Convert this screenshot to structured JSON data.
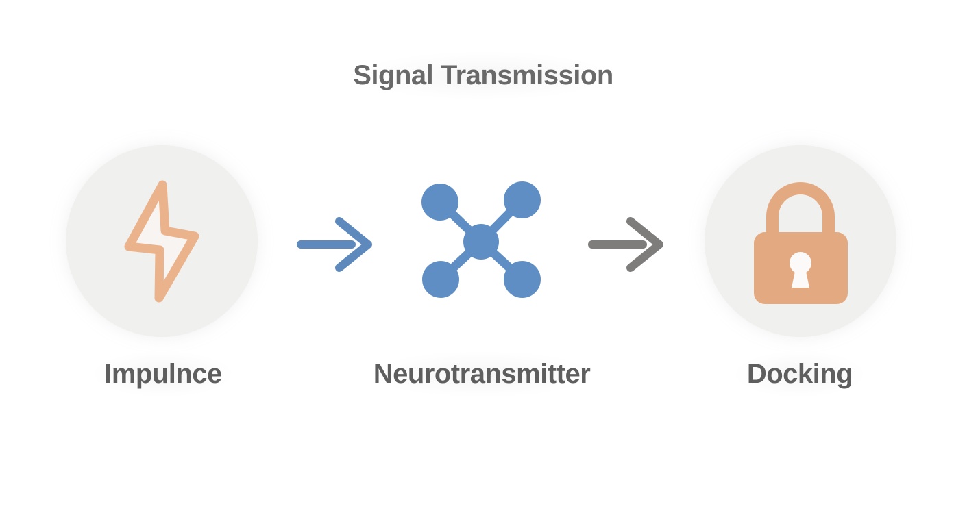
{
  "diagram": {
    "title": "Signal Transmission",
    "steps": [
      {
        "label": "Impulnce",
        "icon": "lightning-bolt-icon"
      },
      {
        "label": "Neurotransmitter",
        "icon": "molecule-icon"
      },
      {
        "label": "Docking",
        "icon": "lock-icon"
      }
    ],
    "arrows": [
      {
        "icon": "arrow-right-icon",
        "color_name": "blue"
      },
      {
        "icon": "arrow-right-icon",
        "color_name": "gray"
      }
    ]
  },
  "colors": {
    "background": "#ffffff",
    "circle_bg": "#f0f0ee",
    "bolt_stroke": "#eab38c",
    "bolt_fill": "#f7f4f1",
    "molecule": "#5f8ec4",
    "lock": "#e3a981",
    "keyhole": "#fbfaf8",
    "arrow_blue": "#5e89bd",
    "arrow_gray": "#7f7d7b",
    "title_text": "#696969",
    "label_text": "#5e5e5e"
  }
}
